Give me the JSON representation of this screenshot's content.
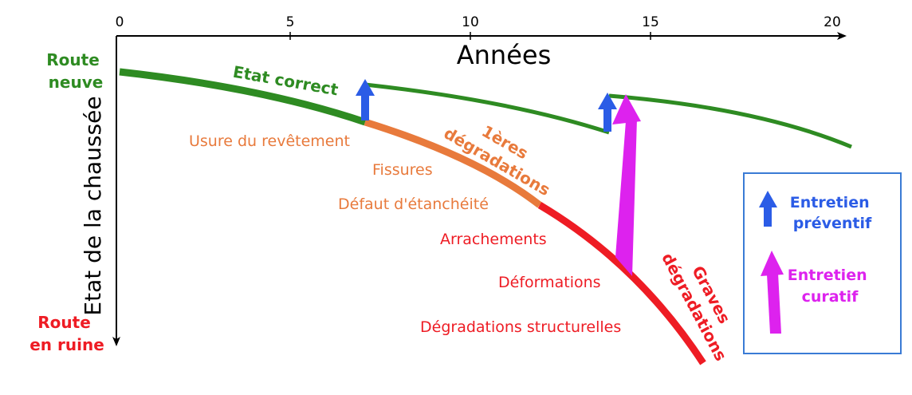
{
  "x_axis": {
    "title": "Années",
    "ticks": [
      "0",
      "5",
      "10",
      "15",
      "20"
    ]
  },
  "y_axis": {
    "title": "Etat de la chaussée",
    "top_label": [
      "Route",
      "neuve"
    ],
    "bottom_label": [
      "Route",
      "en ruine"
    ]
  },
  "stages": {
    "correct": "Etat correct",
    "first": [
      "1ères",
      "dégradations"
    ],
    "severe": [
      "Graves",
      "dégradations"
    ]
  },
  "symptoms": {
    "first": [
      "Usure du revêtement",
      "Fissures",
      "Défaut d'étanchéité"
    ],
    "severe": [
      "Arrachements",
      "Déformations",
      "Dégradations structurelles"
    ]
  },
  "legend": {
    "preventive": [
      "Entretien",
      "préventif"
    ],
    "curative": [
      "Entretien",
      "curatif"
    ]
  },
  "colors": {
    "good": "#2e8b22",
    "first_degradation": "#e87a3c",
    "severe_degradation": "#ee1c24",
    "preventive": "#2b5ce6",
    "curative": "#dd22ee",
    "legend_border": "#3a7bd5",
    "axis": "#000000"
  }
}
